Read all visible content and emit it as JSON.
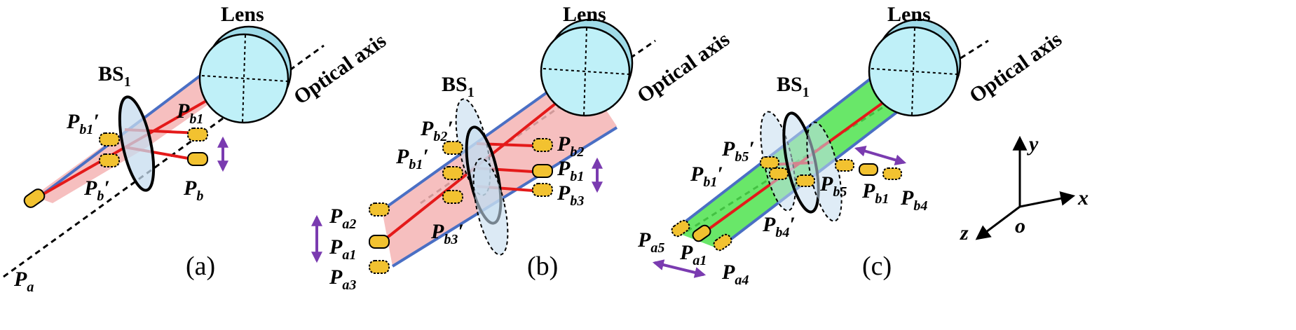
{
  "panels": [
    {
      "caption": "(a)",
      "lens_label": "Lens",
      "axis_label": "Optical axis",
      "bs_main": "BS",
      "bs_sub": "1",
      "labels": [
        {
          "m": "P",
          "s": "a",
          "p": ""
        },
        {
          "m": "P",
          "s": "b",
          "p": "′"
        },
        {
          "m": "P",
          "s": "b1",
          "p": "′"
        },
        {
          "m": "P",
          "s": "b1",
          "p": ""
        },
        {
          "m": "P",
          "s": "b",
          "p": ""
        }
      ]
    },
    {
      "caption": "(b)",
      "lens_label": "Lens",
      "axis_label": "Optical axis",
      "bs_main": "BS",
      "bs_sub": "1",
      "labels": [
        {
          "m": "P",
          "s": "b2",
          "p": "′"
        },
        {
          "m": "P",
          "s": "b1",
          "p": "′"
        },
        {
          "m": "P",
          "s": "b2",
          "p": ""
        },
        {
          "m": "P",
          "s": "b1",
          "p": ""
        },
        {
          "m": "P",
          "s": "b3",
          "p": ""
        },
        {
          "m": "P",
          "s": "b3",
          "p": "′"
        },
        {
          "m": "P",
          "s": "a2",
          "p": ""
        },
        {
          "m": "P",
          "s": "a1",
          "p": ""
        },
        {
          "m": "P",
          "s": "a3",
          "p": ""
        }
      ]
    },
    {
      "caption": "(c)",
      "lens_label": "Lens",
      "axis_label": "Optical axis",
      "bs_main": "BS",
      "bs_sub": "1",
      "labels": [
        {
          "m": "P",
          "s": "b5",
          "p": "′"
        },
        {
          "m": "P",
          "s": "b1",
          "p": "′"
        },
        {
          "m": "P",
          "s": "b5",
          "p": ""
        },
        {
          "m": "P",
          "s": "b1",
          "p": ""
        },
        {
          "m": "P",
          "s": "b4",
          "p": ""
        },
        {
          "m": "P",
          "s": "b4",
          "p": "′"
        },
        {
          "m": "P",
          "s": "a5",
          "p": ""
        },
        {
          "m": "P",
          "s": "a1",
          "p": ""
        },
        {
          "m": "P",
          "s": "a4",
          "p": ""
        }
      ]
    }
  ],
  "coordinate_axes": {
    "y": "y",
    "x": "x",
    "z": "z",
    "o": "o"
  },
  "colors": {
    "beam_fill_red": "#f4b4b4",
    "beam_fill_green": "#4fe34f",
    "ray_red": "#e41a1a",
    "ray_blue": "#4a6fc4",
    "lens_fill": "#bff0f8",
    "bs_fill": "#c5dcef",
    "source_fill": "#f2c230",
    "arrow_purple": "#7a3bb0"
  }
}
